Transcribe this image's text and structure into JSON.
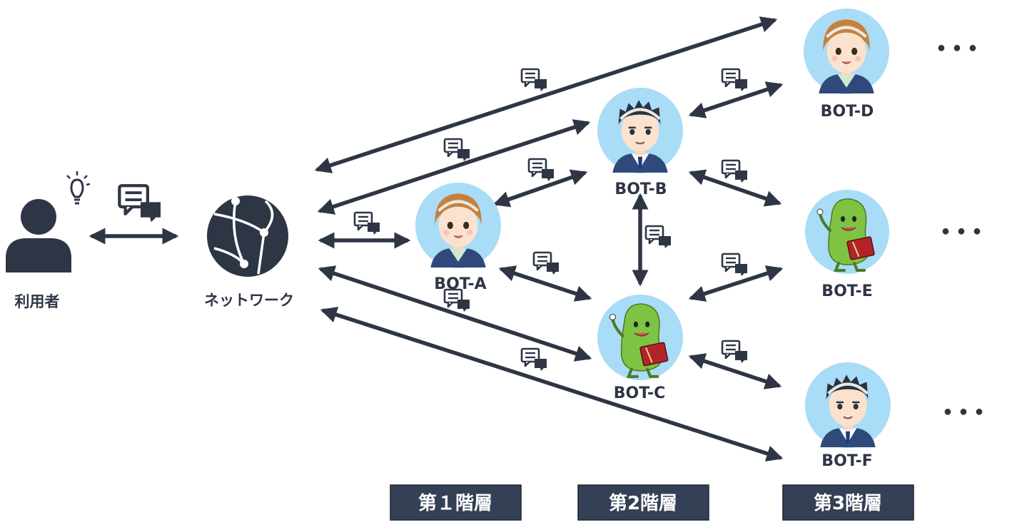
{
  "colors": {
    "ink": "#2e3646",
    "avatar_bg": "#a9dcf6",
    "tier_bg": "#344055",
    "bot_green": "#7ec341"
  },
  "nodes": {
    "user": "利用者",
    "network": "ネットワーク",
    "bot_a": "BOT-A",
    "bot_b": "BOT-B",
    "bot_c": "BOT-C",
    "bot_d": "BOT-D",
    "bot_e": "BOT-E",
    "bot_f": "BOT-F"
  },
  "tiers": [
    "第１階層",
    "第2階層",
    "第3階層"
  ],
  "continuation": "･･･",
  "icons": {
    "user": "person-icon",
    "idea": "lightbulb-icon",
    "network": "network-globe-icon",
    "message": "chat-bubbles-icon",
    "bot_female": "female-operator-avatar",
    "bot_male": "male-operator-avatar",
    "bot_mascot": "green-mascot-avatar"
  }
}
